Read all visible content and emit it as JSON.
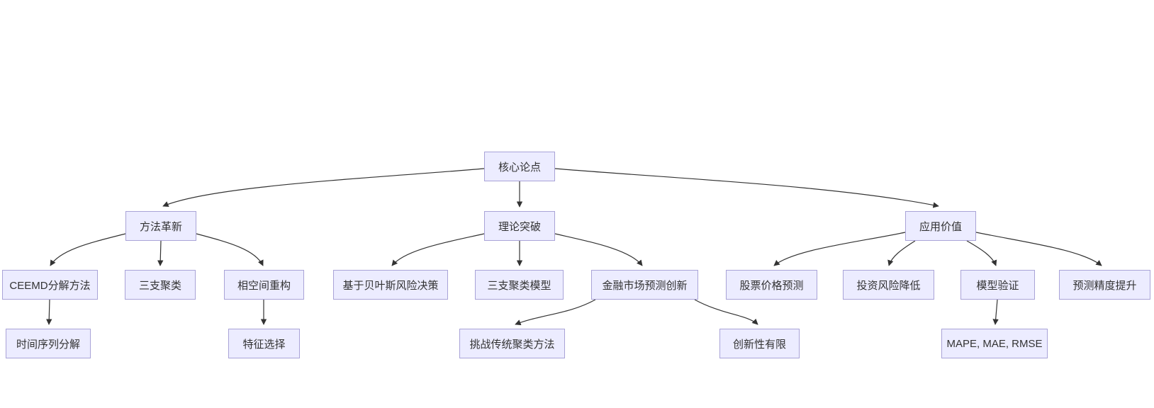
{
  "diagram": {
    "type": "flowchart-tree",
    "colors": {
      "background": "#FFFFFF",
      "node_fill": "#ECECFF",
      "node_border": "#A9A3D7",
      "edge": "#333333",
      "text": "#333333"
    },
    "nodes": [
      {
        "id": "core",
        "label": "核心论点"
      },
      {
        "id": "method",
        "label": "方法革新"
      },
      {
        "id": "theory",
        "label": "理论突破"
      },
      {
        "id": "application",
        "label": "应用价值"
      },
      {
        "id": "ceemd",
        "label": "CEEMD分解方法"
      },
      {
        "id": "threeway",
        "label": "三支聚类"
      },
      {
        "id": "phase",
        "label": "相空间重构"
      },
      {
        "id": "bayes",
        "label": "基于贝叶斯风险决策"
      },
      {
        "id": "threewaymodel",
        "label": "三支聚类模型"
      },
      {
        "id": "financial",
        "label": "金融市场预测创新"
      },
      {
        "id": "stock",
        "label": "股票价格预测"
      },
      {
        "id": "risk",
        "label": "投资风险降低"
      },
      {
        "id": "validation",
        "label": "模型验证"
      },
      {
        "id": "accuracy",
        "label": "预测精度提升"
      },
      {
        "id": "timeseries",
        "label": "时间序列分解"
      },
      {
        "id": "feature",
        "label": "特征选择"
      },
      {
        "id": "challenge",
        "label": "挑战传统聚类方法"
      },
      {
        "id": "limited",
        "label": "创新性有限"
      },
      {
        "id": "metrics",
        "label": "MAPE, MAE, RMSE"
      }
    ],
    "edges": [
      {
        "from": "core",
        "to": "method"
      },
      {
        "from": "core",
        "to": "theory"
      },
      {
        "from": "core",
        "to": "application"
      },
      {
        "from": "method",
        "to": "ceemd"
      },
      {
        "from": "method",
        "to": "threeway"
      },
      {
        "from": "method",
        "to": "phase"
      },
      {
        "from": "theory",
        "to": "bayes"
      },
      {
        "from": "theory",
        "to": "threewaymodel"
      },
      {
        "from": "theory",
        "to": "financial"
      },
      {
        "from": "application",
        "to": "stock"
      },
      {
        "from": "application",
        "to": "risk"
      },
      {
        "from": "application",
        "to": "validation"
      },
      {
        "from": "application",
        "to": "accuracy"
      },
      {
        "from": "ceemd",
        "to": "timeseries"
      },
      {
        "from": "phase",
        "to": "feature"
      },
      {
        "from": "financial",
        "to": "challenge"
      },
      {
        "from": "financial",
        "to": "limited"
      },
      {
        "from": "validation",
        "to": "metrics"
      }
    ]
  }
}
